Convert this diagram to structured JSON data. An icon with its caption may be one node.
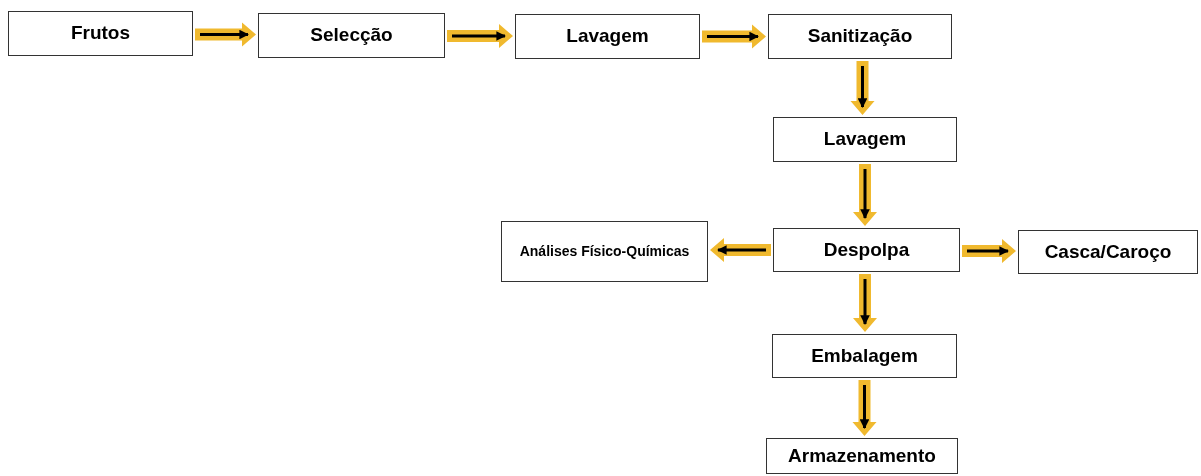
{
  "diagram": {
    "nodes": [
      {
        "text": [
          "Frutos"
        ]
      },
      {
        "text": [
          "Selecção"
        ]
      },
      {
        "text": [
          "Lavagem"
        ]
      },
      {
        "text": [
          "Sanitização"
        ]
      },
      {
        "text": [
          "Lavagem"
        ]
      },
      {
        "text": [
          "Análises Físico-Químicas"
        ]
      },
      {
        "text": [
          "Despolpa"
        ]
      },
      {
        "text": [
          "Casca/Caroço"
        ]
      },
      {
        "text": [
          "Embalagem"
        ]
      },
      {
        "text": [
          "Armazenamento"
        ]
      }
    ],
    "edges": [
      {
        "from": 0,
        "to": 1,
        "arrow": "to"
      },
      {
        "from": 1,
        "to": 2,
        "arrow": "to"
      },
      {
        "from": 2,
        "to": 3,
        "arrow": "to"
      },
      {
        "from": 3,
        "to": 4,
        "arrow": "to"
      },
      {
        "from": 4,
        "to": 6,
        "arrow": "to"
      },
      {
        "from": 6,
        "to": 5,
        "arrow": "to"
      },
      {
        "from": 6,
        "to": 7,
        "arrow": "to"
      },
      {
        "from": 6,
        "to": 8,
        "arrow": "to"
      },
      {
        "from": 8,
        "to": 9,
        "arrow": "to"
      }
    ]
  }
}
